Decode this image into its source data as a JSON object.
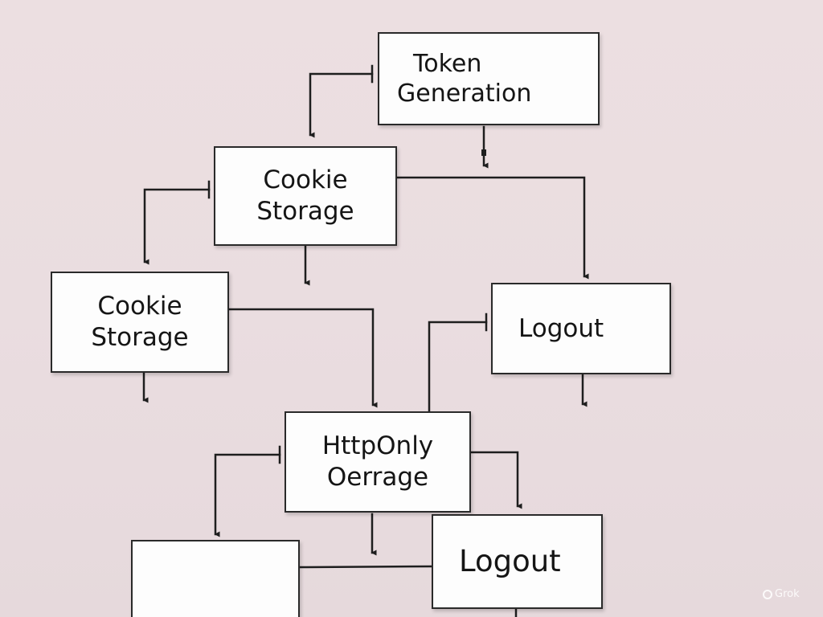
{
  "diagram": {
    "nodes": [
      {
        "id": "token",
        "lines": [
          "Token",
          "Generation"
        ]
      },
      {
        "id": "cookie1",
        "lines": [
          "Cookie",
          "Storage"
        ]
      },
      {
        "id": "cookie2",
        "lines": [
          "Cookie",
          "Storage"
        ]
      },
      {
        "id": "logout1",
        "lines": [
          "Logout"
        ]
      },
      {
        "id": "http",
        "lines": [
          "HttpOnly",
          "Oerrage"
        ]
      },
      {
        "id": "logout2",
        "lines": [
          "Logout"
        ]
      },
      {
        "id": "empty",
        "lines": []
      }
    ]
  },
  "watermark": {
    "text": "Grok",
    "icon": "grok-logo-icon"
  },
  "colors": {
    "background": "#ebdee1",
    "box_fill": "#fdfdfd",
    "line": "#1e1e1e"
  }
}
